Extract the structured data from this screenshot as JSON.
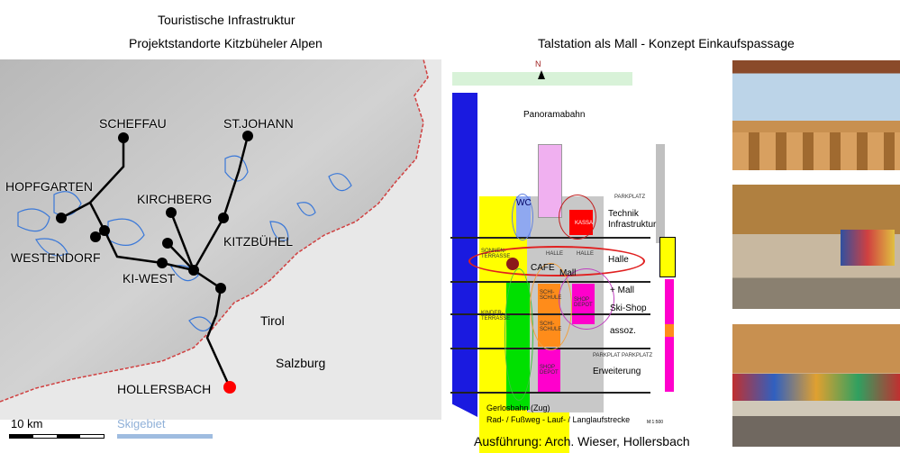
{
  "map": {
    "title_line1": "Touristische Infrastruktur",
    "title_line2": "Projektstandorte Kitzbüheler Alpen",
    "places": [
      "SCHEFFAU",
      "ST.JOHANN",
      "HOPFGARTEN",
      "KIRCHBERG",
      "KITZBÜHEL",
      "WESTENDORF",
      "KI-WEST",
      "HOLLERSBACH"
    ],
    "regions": [
      "Tirol",
      "Salzburg"
    ],
    "scale_label": "10 km",
    "legend_label": "Skigebiet",
    "colors": {
      "route": "#000000",
      "endpoint": "#ff0000",
      "ski_area": "#3a78d8",
      "border": "#d04040"
    }
  },
  "plan": {
    "title": "Talstation als Mall - Konzept Einkaufspassage",
    "north": "N",
    "labels": {
      "panoramabahn": "Panoramabahn",
      "wc": "WC",
      "technik": "Technik",
      "infrastruktur": "Infrastruktur",
      "halle": "Halle",
      "cafe": "CAFE",
      "mall": "Mall",
      "plus_mall": "+ Mall",
      "ski_shop": "Ski-Shop",
      "assoz": "assoz.",
      "erweiterung": "Erweiterung",
      "gerlosbahn": "Gerlosbahn (Zug)",
      "radweg": "Rad- / Fußweg - Lauf- / Langlaufstrecke",
      "scale": "M:1:500"
    },
    "small": {
      "parkplatz": "PARKPLATZ",
      "parkplatz2": "PARKPLAT PARKPLATZ",
      "sonnenterrasse": "SONNEN-TERRASSE",
      "kinderterrasse": "KINDER-TERRASSE",
      "halle1": "HALLE",
      "halle2": "HALLE",
      "schischule1": "SCHI-SCHULE",
      "schischule2": "SCHI-SCHULE",
      "shopdepot1": "SHOP DEPOT",
      "shopdepot2": "SHOP DEPOT",
      "kassa": "KASSA"
    },
    "credit": "Ausführung: Arch. Wieser, Hollersbach"
  }
}
